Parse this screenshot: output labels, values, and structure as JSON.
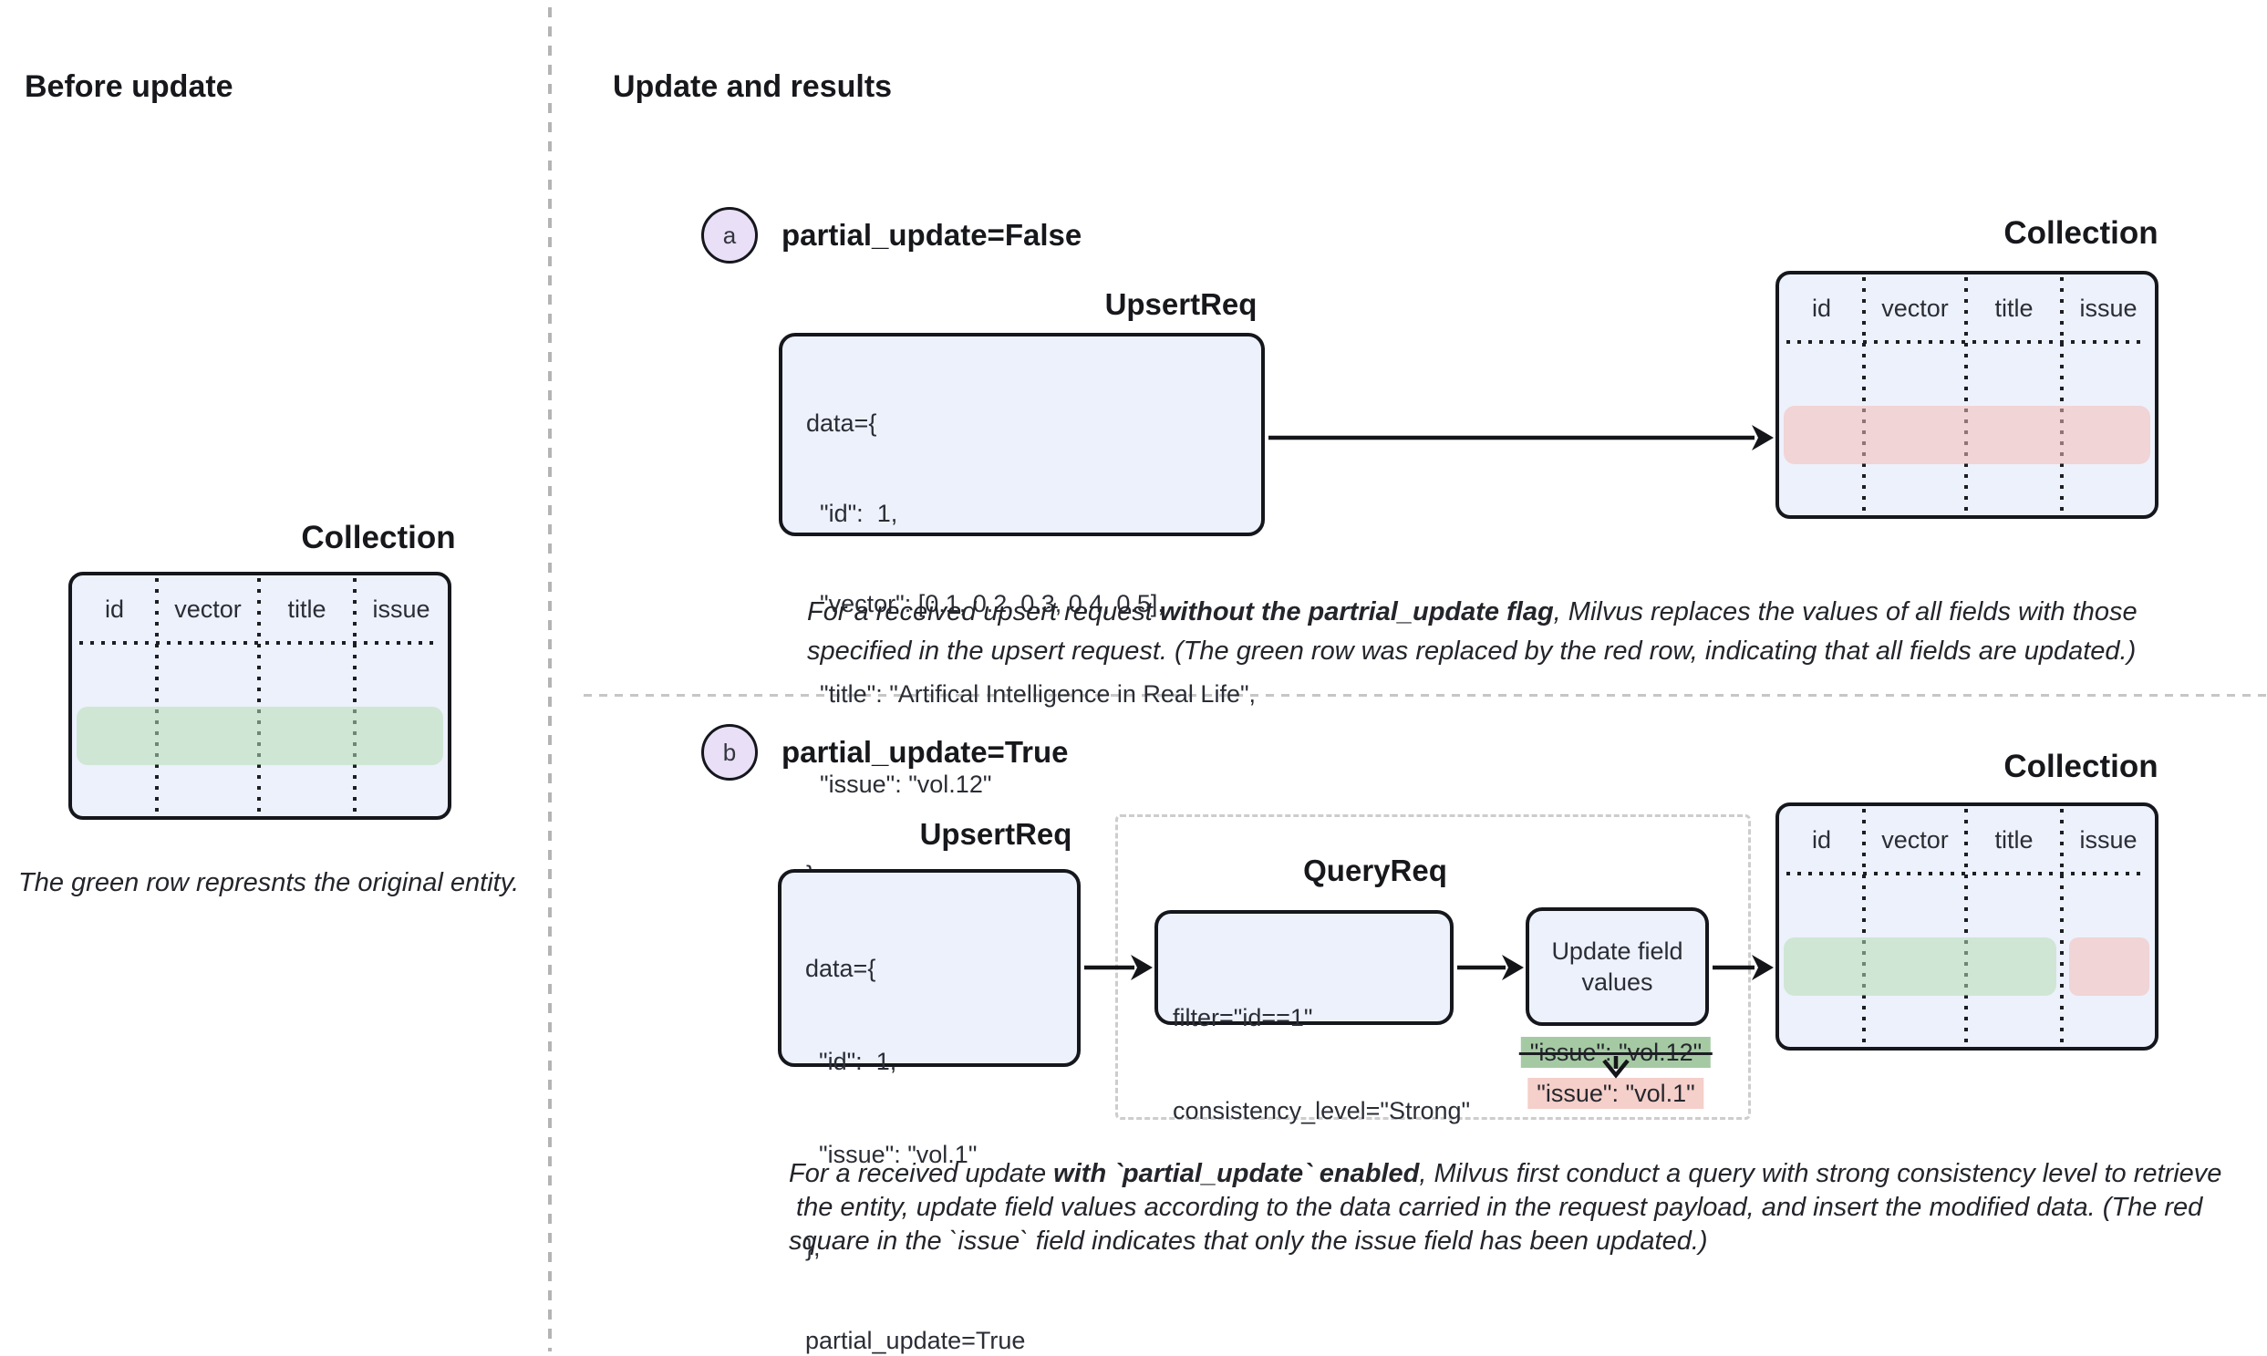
{
  "before": {
    "title": "Before update",
    "collection_label": "Collection",
    "caption": "The green row represnts the original entity."
  },
  "collection_table": {
    "columns": [
      "id",
      "vector",
      "title",
      "issue"
    ]
  },
  "after": {
    "title": "Update and results",
    "case_a": {
      "badge": "a",
      "flag_label": "partial_update=False",
      "req_title": "UpsertReq",
      "code": {
        "l0": "data={",
        "l1": "  \"id\":  1,",
        "l2": "  \"vector\": [0.1, 0.2, 0.3, 0.4, 0.5],",
        "l3": "  \"title\": \"Artifical Intelligence in Real Life\",",
        "l4": "  \"issue\": \"vol.12\"",
        "l5": "}"
      },
      "collection_label": "Collection",
      "caption": {
        "l1a": "For a received upsert request ",
        "l1b": "without the partrial_update flag",
        "l1c": ", Milvus replaces the values of all fields with those",
        "l2": "specified in the upsert request. (The green row was replaced by the red row, indicating that all fields are updated.)"
      }
    },
    "case_b": {
      "badge": "b",
      "flag_label": "partial_update=True",
      "req_title": "UpsertReq",
      "code": {
        "l0": "data={",
        "l1": "  \"id\":  1,",
        "l2": "  \"issue\": \"vol.1\"",
        "l3": "},",
        "l4": "partial_update=True"
      },
      "query_title": "QueryReq",
      "query_code": {
        "l0": "filter=\"id==1\"",
        "l1": "consistency_level=\"Strong\""
      },
      "update_box": {
        "l0": "Update field",
        "l1": "values"
      },
      "old_value": "\"issue\": \"vol.12\"",
      "new_value": "\"issue\": \"vol.1\"",
      "collection_label": "Collection",
      "caption": {
        "l1a": "For a received update ",
        "l1b": "with `partial_update` enabled",
        "l1c": ", Milvus first conduct a query with strong consistency level to retrieve",
        "l2": " the entity, update field values according to the data carried in the request payload, and insert the modified data. (The red",
        "l3": "square in the `issue` field indicates that only the issue field has been updated.)"
      }
    }
  },
  "colors": {
    "box_fill": "#edf1fb",
    "green_row": "#ddeedd",
    "red_row": "#fadcda",
    "green_highlight": "#a5caa3",
    "red_highlight": "#f5cfca",
    "circle_fill": "#e9dff7"
  }
}
